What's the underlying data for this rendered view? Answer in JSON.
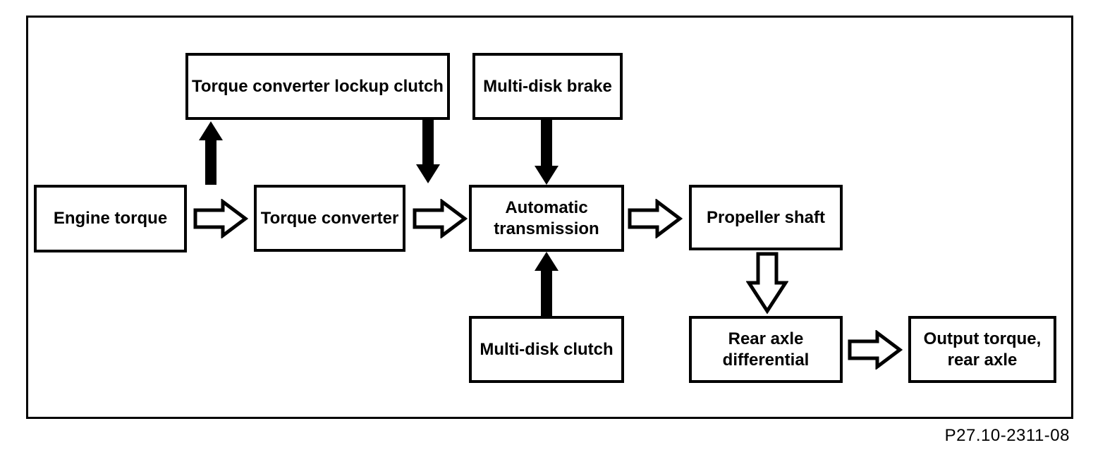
{
  "diagram": {
    "caption": "P27.10-2311-08",
    "colors": {
      "line": "#000000",
      "background": "#ffffff"
    },
    "boxes": {
      "torque_converter_lockup_clutch": {
        "label": "Torque converter lockup clutch"
      },
      "multi_disk_brake": {
        "label": "Multi-disk brake"
      },
      "engine_torque": {
        "label": "Engine torque"
      },
      "torque_converter": {
        "label": "Torque converter"
      },
      "automatic_transmission": {
        "label": "Automatic transmission"
      },
      "propeller_shaft": {
        "label": "Propeller shaft"
      },
      "multi_disk_clutch": {
        "label": "Multi-disk clutch"
      },
      "rear_axle_differential": {
        "label": "Rear axle differential"
      },
      "output_torque_rear_axle": {
        "label": "Output torque, rear axle"
      }
    },
    "connections": [
      {
        "from": "Engine torque",
        "to": "Torque converter",
        "arrow": "hollow-right"
      },
      {
        "from": "Torque converter",
        "to": "Automatic transmission",
        "arrow": "hollow-right"
      },
      {
        "from": "Automatic transmission",
        "to": "Propeller shaft",
        "arrow": "hollow-right"
      },
      {
        "from": "Propeller shaft",
        "to": "Rear axle differential",
        "arrow": "hollow-down"
      },
      {
        "from": "Rear axle differential",
        "to": "Output torque, rear axle",
        "arrow": "hollow-right"
      },
      {
        "from": "flow between Engine torque and Torque converter",
        "to": "Torque converter lockup clutch",
        "arrow": "solid-up"
      },
      {
        "from": "Torque converter lockup clutch",
        "to": "flow between Torque converter and Automatic transmission",
        "arrow": "solid-down"
      },
      {
        "from": "Multi-disk brake",
        "to": "Automatic transmission",
        "arrow": "solid-down"
      },
      {
        "from": "Multi-disk clutch",
        "to": "Automatic transmission",
        "arrow": "solid-up"
      }
    ]
  }
}
